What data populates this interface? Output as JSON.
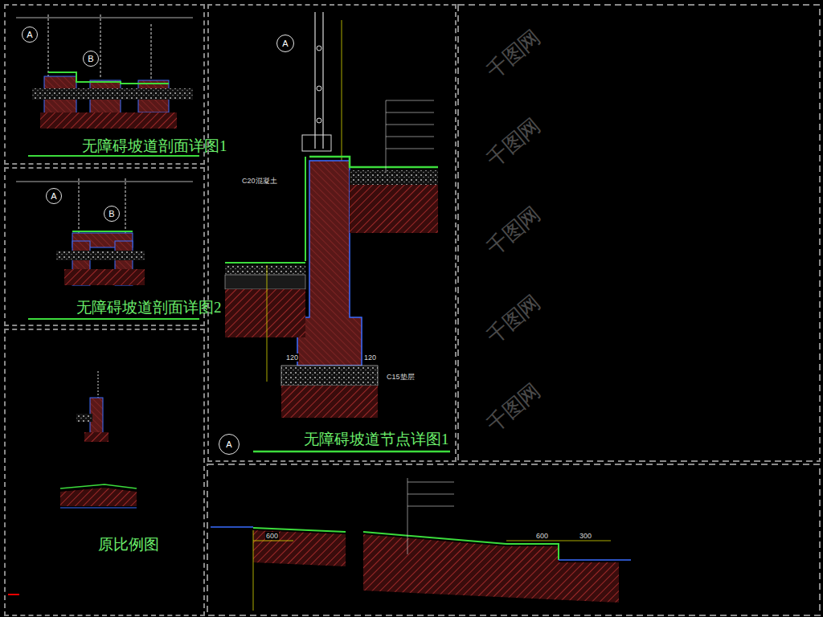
{
  "diagram": {
    "nodes": [
      {
        "text": [
          "无障碍坡道剖面详图1"
        ]
      },
      {
        "text": [
          "无障碍坡道剖面详图2"
        ]
      },
      {
        "text": [
          "原比例图"
        ]
      },
      {
        "text": [
          "无障碍坡道节点详图1"
        ]
      },
      {
        "text": [
          "A"
        ],
        "in": 3
      },
      {
        "text": [
          "A"
        ],
        "in": 0
      },
      {
        "text": [
          "B"
        ],
        "in": 0
      },
      {
        "text": [
          "A"
        ],
        "in": 1
      },
      {
        "text": [
          "B"
        ],
        "in": 1
      },
      {
        "text": [
          "A"
        ],
        "in": 3
      }
    ],
    "edges": [],
    "labels": [
      "C20混凝土",
      "C15垫层",
      "120",
      "120",
      "600",
      "600",
      "300",
      "千图网",
      "千图网",
      "千图网",
      "千图网",
      "千图网"
    ]
  }
}
